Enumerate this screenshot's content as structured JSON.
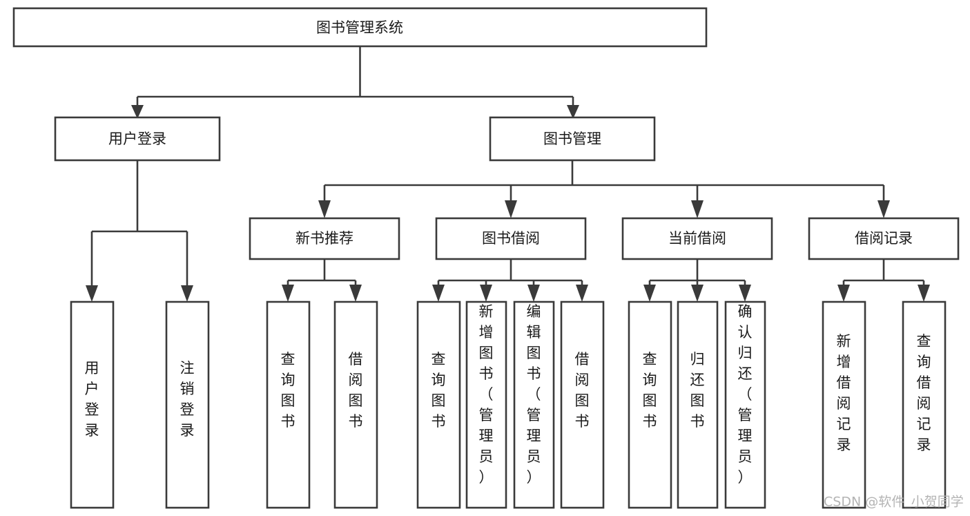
{
  "diagram": {
    "title": "图书管理系统",
    "type": "tree-hierarchy",
    "root": {
      "id": "root",
      "label": "图书管理系统"
    },
    "level2": [
      {
        "id": "user-login",
        "label": "用户登录"
      },
      {
        "id": "book-manage",
        "label": "图书管理"
      }
    ],
    "level3": [
      {
        "id": "new-book-rec",
        "label": "新书推荐",
        "parent": "book-manage"
      },
      {
        "id": "book-borrow",
        "label": "图书借阅",
        "parent": "book-manage"
      },
      {
        "id": "current-borrow",
        "label": "当前借阅",
        "parent": "book-manage"
      },
      {
        "id": "borrow-record",
        "label": "借阅记录",
        "parent": "book-manage"
      }
    ],
    "leaves": {
      "user-login": [
        {
          "id": "leaf-user-login",
          "label": "用户登录"
        },
        {
          "id": "leaf-logout",
          "label": "注销登录"
        }
      ],
      "new-book-rec": [
        {
          "id": "leaf-query-book-1",
          "label": "查询图书"
        },
        {
          "id": "leaf-borrow-book-1",
          "label": "借阅图书"
        }
      ],
      "book-borrow": [
        {
          "id": "leaf-query-book-2",
          "label": "查询图书"
        },
        {
          "id": "leaf-add-book",
          "label": "新增图书（管理员）"
        },
        {
          "id": "leaf-edit-book",
          "label": "编辑图书（管理员）"
        },
        {
          "id": "leaf-borrow-book-2",
          "label": "借阅图书"
        }
      ],
      "current-borrow": [
        {
          "id": "leaf-query-book-3",
          "label": "查询图书"
        },
        {
          "id": "leaf-return-book",
          "label": "归还图书"
        },
        {
          "id": "leaf-confirm-return",
          "label": "确认归还（管理员）"
        }
      ],
      "borrow-record": [
        {
          "id": "leaf-add-record",
          "label": "新增借阅记录"
        },
        {
          "id": "leaf-query-record",
          "label": "查询借阅记录"
        }
      ]
    }
  },
  "watermark": {
    "text": "CSDN @软件_小贺同学"
  },
  "colors": {
    "stroke": "#3a3a3a",
    "fill": "#ffffff",
    "text": "#1a1a1a",
    "watermark": "#b4b4b4"
  }
}
